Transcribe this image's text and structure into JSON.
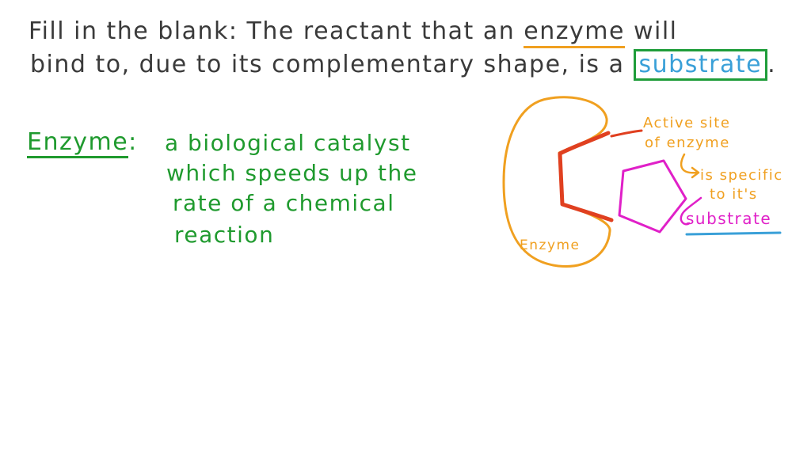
{
  "question": {
    "prefix": "Fill in the blank: The reactant that an ",
    "keyword": "enzyme",
    "line1_suffix": " will",
    "line2": "bind to, due to its complementary shape, is a ",
    "answer": "substrate",
    "end": "."
  },
  "definition": {
    "term": "Enzyme",
    "colon": ":",
    "lines": [
      "a biological catalyst",
      "which speeds up the",
      "rate of a chemical",
      "reaction"
    ]
  },
  "diagram": {
    "enzyme_label": "Enzyme",
    "active_site_label_1": "Active site",
    "active_site_label_2": "of enzyme",
    "specific_label_1": "is specific",
    "specific_label_2": "to it's",
    "substrate_label": "substrate",
    "colors": {
      "enzyme": "#f0a020",
      "active_site": "#e04020",
      "substrate": "#e020c8",
      "underline": "#3aa0d8",
      "definition": "#1f9a2e"
    }
  }
}
